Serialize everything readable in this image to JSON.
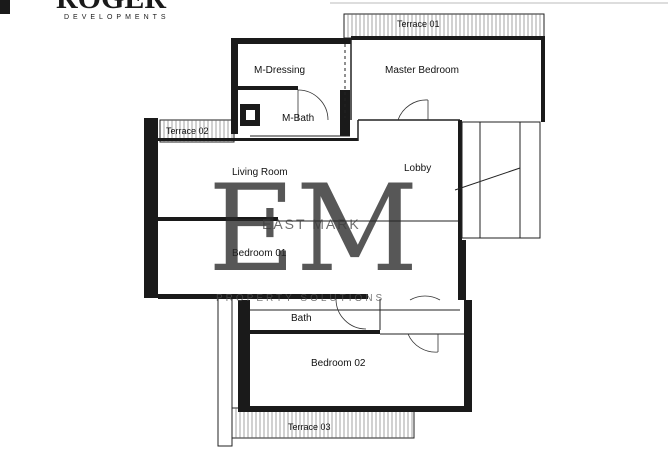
{
  "brand": {
    "logo_text": "ROGER",
    "subtitle": "DEVELOPMENTS"
  },
  "watermark": {
    "monogram": "EM",
    "name": "EAST MARK",
    "tagline": "PROPERTY SOLUTIONS"
  },
  "rooms": {
    "terrace_01": "Terrace 01",
    "terrace_02": "Terrace 02",
    "terrace_03": "Terrace 03",
    "m_dressing": "M-Dressing",
    "master_bedroom": "Master Bedroom",
    "m_bath": "M-Bath",
    "living_room": "Living Room",
    "lobby": "Lobby",
    "bedroom_01": "Bedroom 01",
    "bath": "Bath",
    "bedroom_02": "Bedroom 02"
  },
  "colors": {
    "wall": "#1a1a1a",
    "background": "#ffffff"
  }
}
